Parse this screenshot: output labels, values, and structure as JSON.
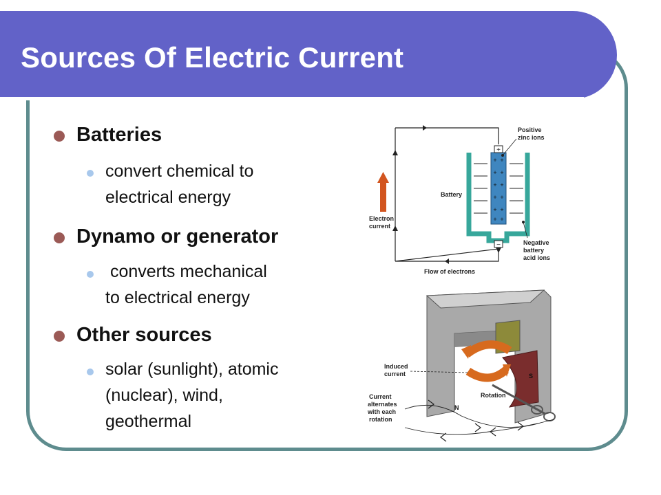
{
  "slide": {
    "title": "Sources Of Electric Current",
    "bullets": [
      {
        "heading": "Batteries",
        "sub_lines": [
          "convert chemical to",
          "electrical energy"
        ]
      },
      {
        "heading": "Dynamo or generator",
        "sub_lines": [
          " converts mechanical",
          "to electrical energy"
        ]
      },
      {
        "heading": "Other sources",
        "sub_lines": [
          "solar (sunlight), atomic",
          "(nuclear), wind,",
          "geothermal"
        ]
      }
    ]
  },
  "battery_diagram": {
    "positive_terminal": "+",
    "negative_terminal": "−",
    "plus_sign": "+",
    "label_positive_ions_1": "Positive",
    "label_positive_ions_2": "zinc ions",
    "label_battery": "Battery",
    "label_electron_current_1": "Electron",
    "label_electron_current_2": "current",
    "label_negative_ions_1": "Negative",
    "label_negative_ions_2": "battery",
    "label_negative_ions_3": "acid ions",
    "label_flow": "Flow of electrons"
  },
  "generator_diagram": {
    "label_induced_1": "Induced",
    "label_induced_2": "current",
    "label_rotation": "Rotation",
    "label_alternates_1": "Current",
    "label_alternates_2": "alternates",
    "label_alternates_3": "with each",
    "label_alternates_4": "rotation",
    "pole_n": "N",
    "pole_s": "S"
  },
  "colors": {
    "title_band": "#6262c8",
    "frame_border": "#5e8c8e",
    "bullet_primary": "#9b5a56",
    "bullet_secondary": "#a8c8ec",
    "electron_arrow": "#d2551f",
    "zinc_electrode": "#3f86bf",
    "battery_container": "#37a79b",
    "magnet": "#a9a9a9",
    "armature_orange": "#d76a1e",
    "pole_s_red": "#7a2d2d",
    "pole_n_olive": "#8d8a3a"
  }
}
